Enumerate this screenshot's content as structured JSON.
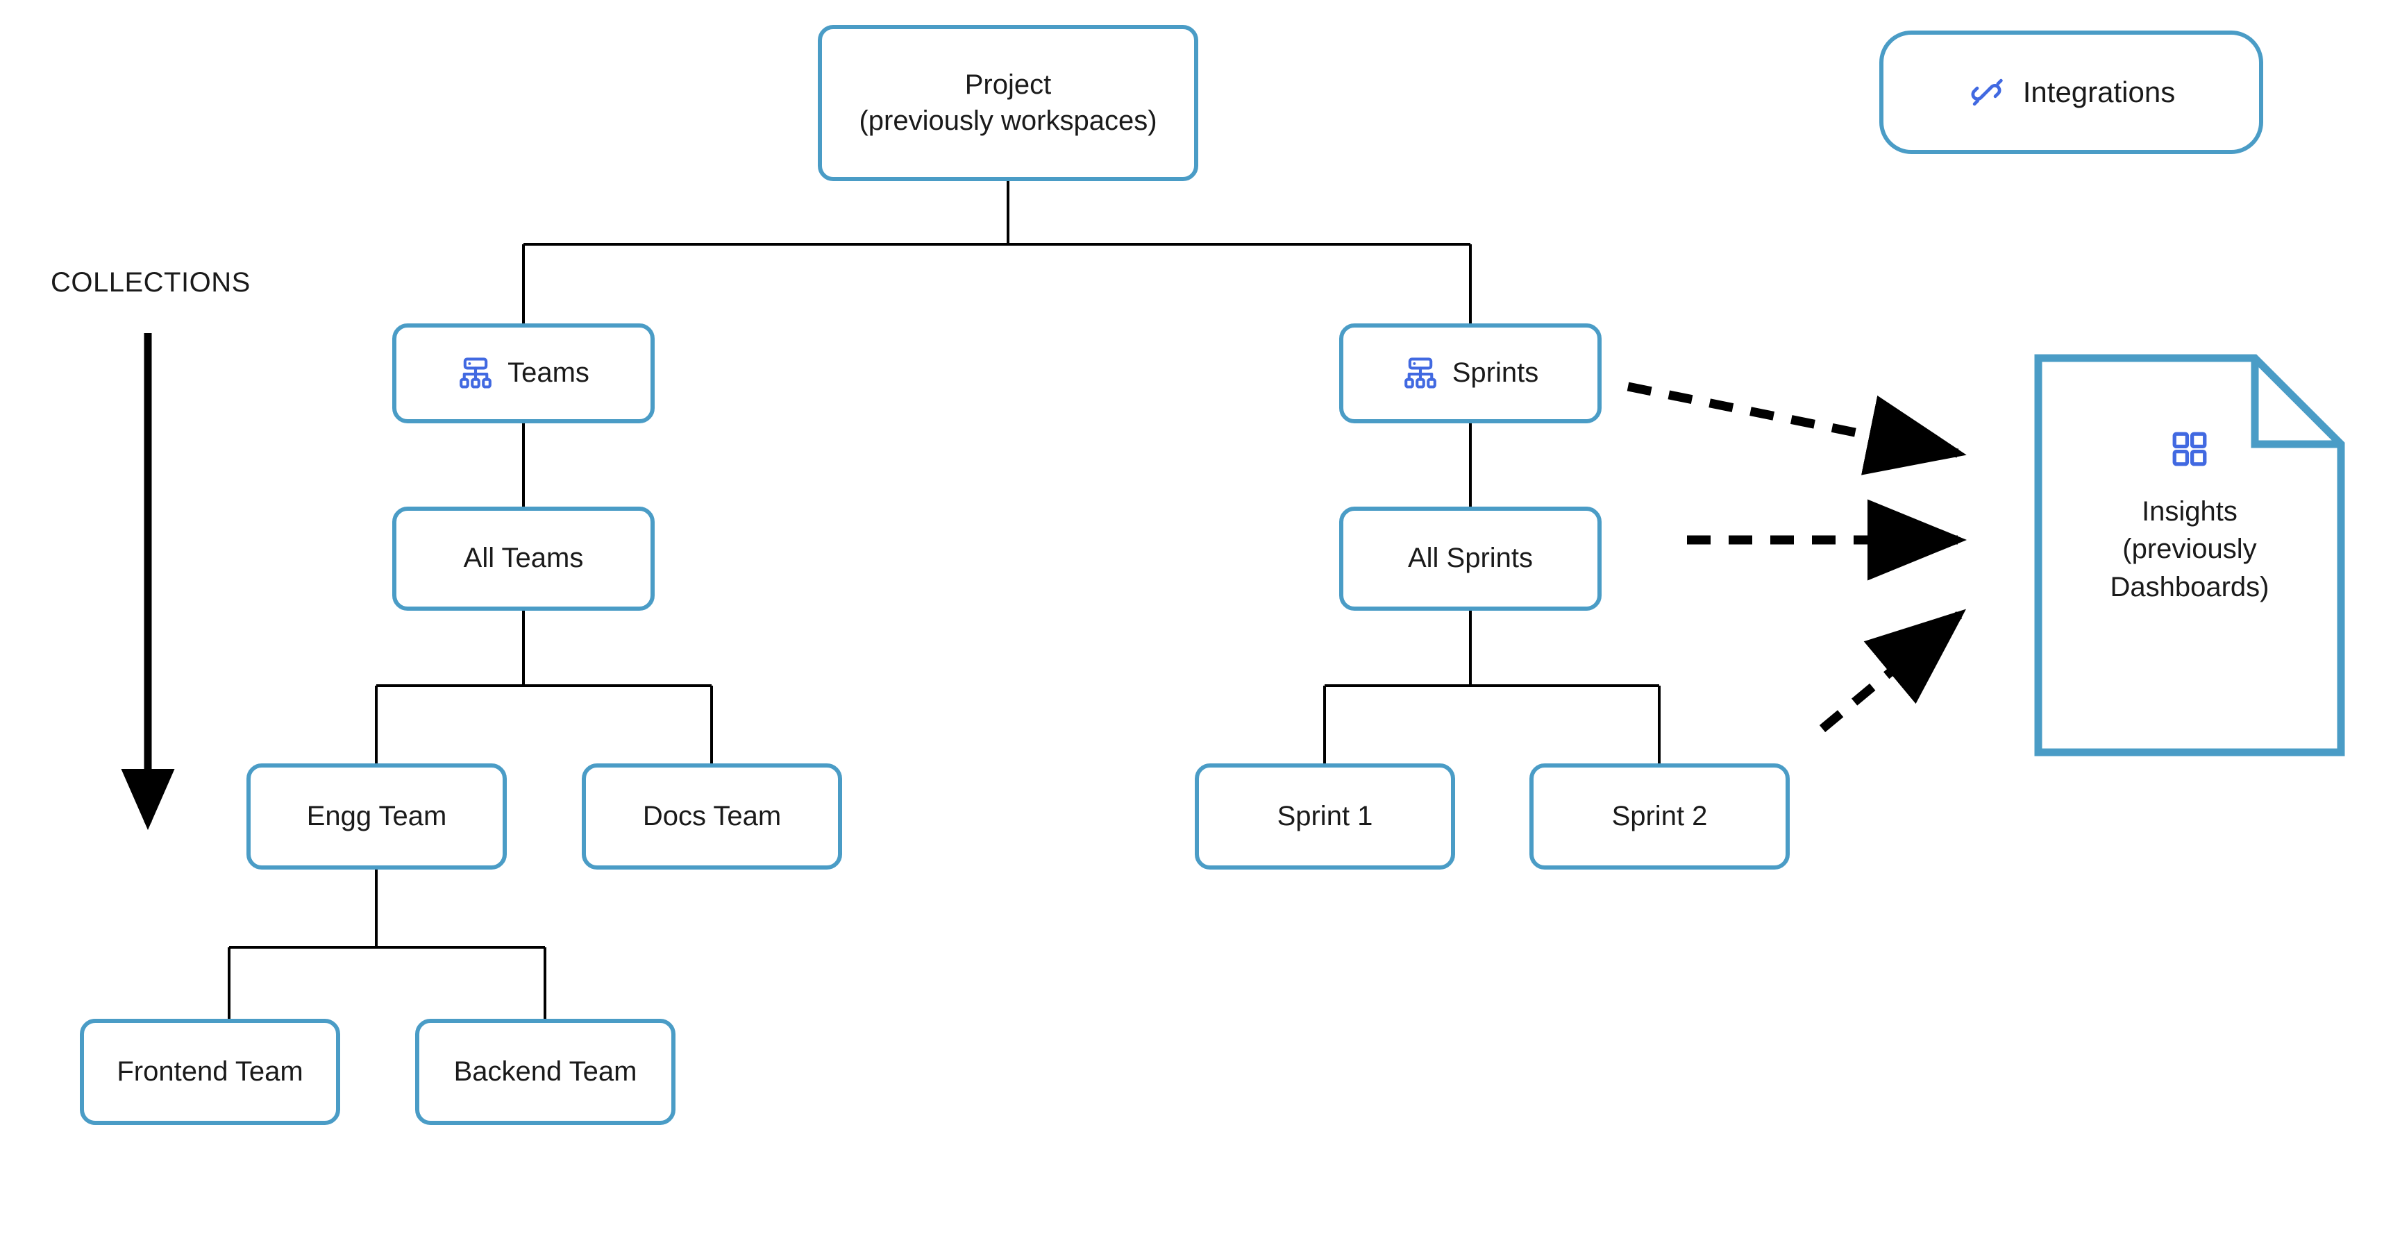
{
  "diagram": {
    "title": "Project hierarchy and collections",
    "colors": {
      "node_border": "#4a9cc6",
      "connector": "#000000",
      "icon_blue": "#4169e1",
      "text": "#1a1a1a",
      "background": "#ffffff"
    }
  },
  "section": {
    "collections_label": "COLLECTIONS",
    "arrow_direction": "down"
  },
  "nodes": {
    "project": {
      "label": "Project\n(previously workspaces)",
      "line1": "Project",
      "line2": "(previously workspaces)"
    },
    "teams": {
      "label": "Teams",
      "icon": "hierarchy-icon"
    },
    "sprints": {
      "label": "Sprints",
      "icon": "hierarchy-icon"
    },
    "all_teams": {
      "label": "All Teams"
    },
    "all_sprints": {
      "label": "All Sprints"
    },
    "engg_team": {
      "label": "Engg Team"
    },
    "docs_team": {
      "label": "Docs Team"
    },
    "sprint_1": {
      "label": "Sprint 1"
    },
    "sprint_2": {
      "label": "Sprint 2"
    },
    "frontend_team": {
      "label": "Frontend Team"
    },
    "backend_team": {
      "label": "Backend Team"
    }
  },
  "integrations": {
    "label": "Integrations",
    "icon": "plug-connector-icon"
  },
  "insights": {
    "label": "Insights\n(previously\nDashboards)",
    "line1": "Insights",
    "line2": "(previously",
    "line3": "Dashboards)",
    "icon": "grid-2x2-icon",
    "shape": "document-folded-corner"
  },
  "edges": [
    {
      "from": "project",
      "to": "teams",
      "style": "solid"
    },
    {
      "from": "project",
      "to": "sprints",
      "style": "solid"
    },
    {
      "from": "teams",
      "to": "all_teams",
      "style": "solid"
    },
    {
      "from": "all_teams",
      "to": "engg_team",
      "style": "solid"
    },
    {
      "from": "all_teams",
      "to": "docs_team",
      "style": "solid"
    },
    {
      "from": "engg_team",
      "to": "frontend_team",
      "style": "solid"
    },
    {
      "from": "engg_team",
      "to": "backend_team",
      "style": "solid"
    },
    {
      "from": "sprints",
      "to": "all_sprints",
      "style": "solid"
    },
    {
      "from": "all_sprints",
      "to": "sprint_1",
      "style": "solid"
    },
    {
      "from": "all_sprints",
      "to": "sprint_2",
      "style": "solid"
    },
    {
      "from": "sprints",
      "to": "insights",
      "style": "dashed-arrow"
    },
    {
      "from": "all_sprints",
      "to": "insights",
      "style": "dashed-arrow"
    },
    {
      "from": "sprint_2",
      "to": "insights",
      "style": "dashed-arrow"
    }
  ]
}
